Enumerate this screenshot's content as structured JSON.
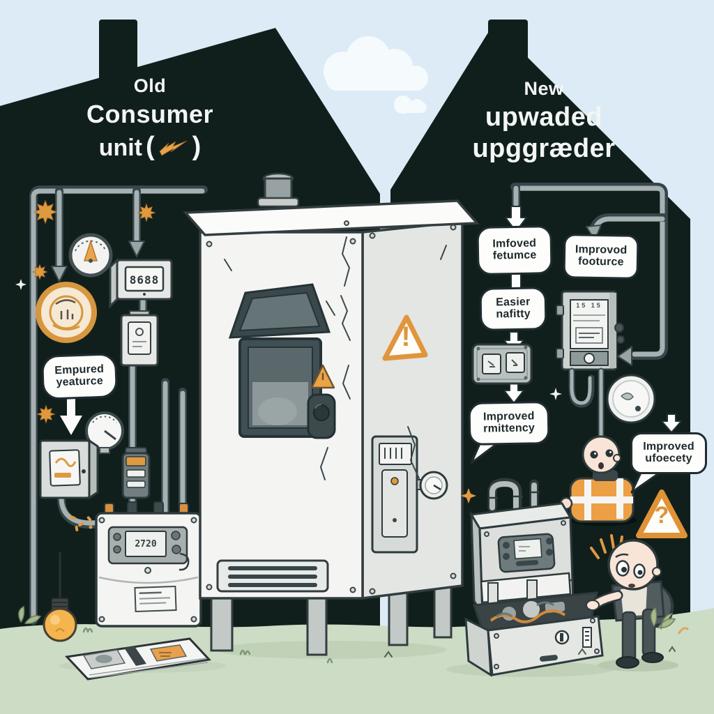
{
  "left_house": {
    "title_lines": [
      "Old",
      "Consumer",
      "unit"
    ],
    "paren_open": "(",
    "paren_close": ")"
  },
  "right_house": {
    "title_lines": [
      "New",
      "upwaded",
      "upggræder"
    ]
  },
  "callouts": {
    "old_feature": [
      "Empured",
      "yeaturce"
    ],
    "new_feature_1": [
      "Imfoved",
      "fetumce"
    ],
    "new_feature_2": [
      "Improvod",
      "footurce"
    ],
    "new_feature_3": [
      "Easier",
      "nafitty"
    ],
    "new_feature_4": [
      "Improved",
      "rmittency"
    ],
    "new_feature_5": [
      "Improved",
      "ufoecety"
    ]
  },
  "displays": {
    "counter": "8688",
    "old_meter": "2720",
    "smart_meter": "15 15"
  },
  "marks": {
    "exclamation": "!",
    "question": "?"
  },
  "colors": {
    "house": "#111f1c",
    "sky": "#dcebf6",
    "grass": "#cddcc5",
    "accent_orange": "#e59a3e",
    "bubble_bg": "#fdfdfb",
    "ink": "#202c2f"
  }
}
